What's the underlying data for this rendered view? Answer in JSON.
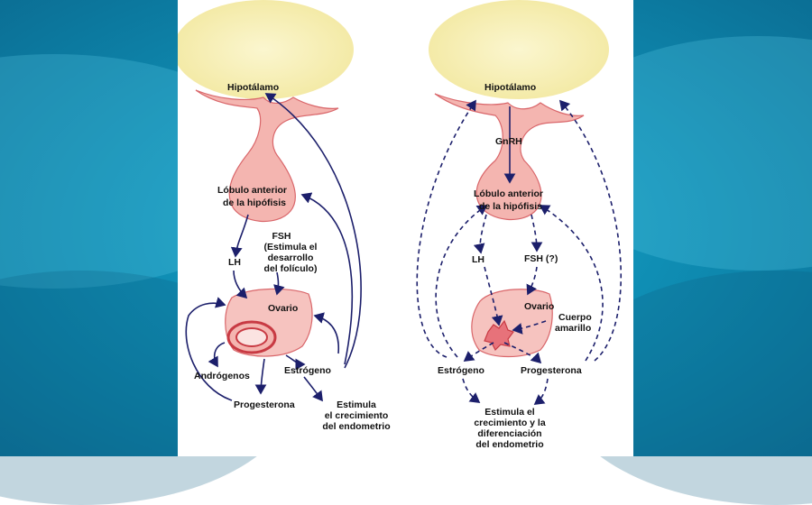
{
  "left": {
    "hypothalamus": "Hipotálamo",
    "pituitary": [
      "Lóbulo anterior",
      "de la hipófisis"
    ],
    "fsh": [
      "FSH",
      "(Estimula el",
      "desarrollo",
      "del folículo)"
    ],
    "lh": "LH",
    "ovary": "Ovario",
    "androgens": "Andrógenos",
    "estrogen": "Estrógeno",
    "progesterone": "Progesterona",
    "endometrium": [
      "Estimula",
      "el crecimiento",
      "del endometrio"
    ]
  },
  "right": {
    "hypothalamus": "Hipotálamo",
    "gnrh": "GnRH",
    "pituitary": [
      "Lóbulo anterior",
      "de la hipófisis"
    ],
    "lh": "LH",
    "fsh": "FSH (?)",
    "ovary": "Ovario",
    "corpus_luteum": [
      "Cuerpo",
      "amarillo"
    ],
    "estrogen": "Estrógeno",
    "progesterone": "Progesterona",
    "endometrium": [
      "Estimula el",
      "crecimiento y la",
      "diferenciación",
      "del endometrio"
    ]
  },
  "colors": {
    "arrow": "#1c1f6b",
    "tissue": "#f4b5b0",
    "tissue_stroke": "#d9666a",
    "brain": "#f7f0b8"
  }
}
